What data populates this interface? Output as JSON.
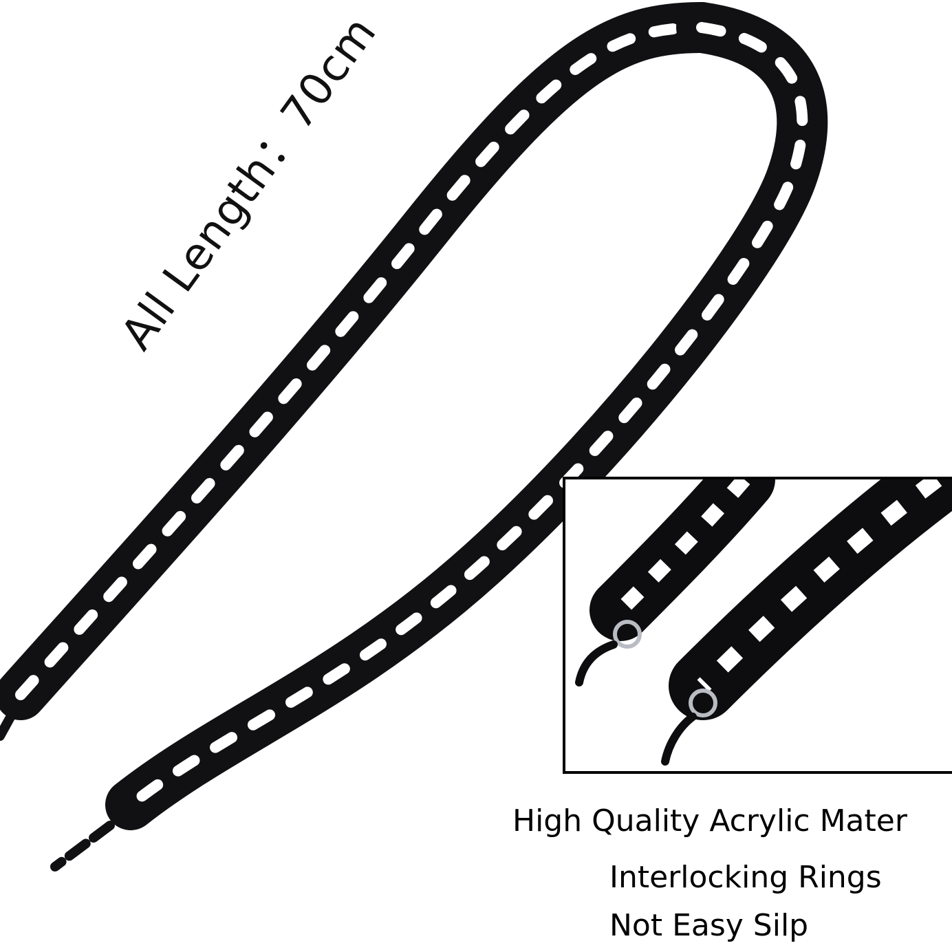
{
  "product": {
    "length_label": "All Length：70cm",
    "features": [
      "High Quality Acrylic Mater",
      "Interlocking Rings",
      "Not Easy Silp"
    ]
  },
  "colors": {
    "background": "#ffffff",
    "chain": "#111114",
    "chain_highlight": "#3a3e4a",
    "ring_metal": "#b9bcc2",
    "inset_border": "#000000"
  }
}
